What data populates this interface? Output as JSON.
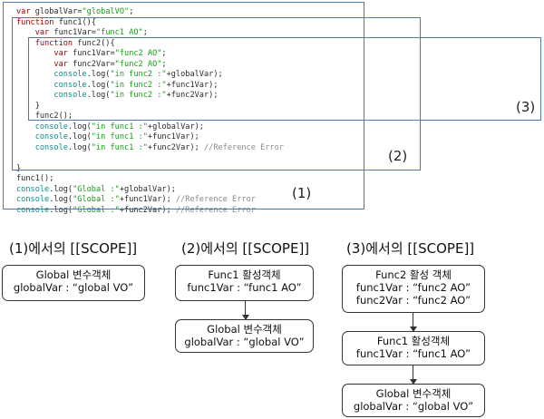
{
  "code": {
    "lines": [
      [
        {
          "t": "var ",
          "c": "kw"
        },
        {
          "t": "globalVar=",
          "c": ""
        },
        {
          "t": "\"globalVO\"",
          "c": "str"
        },
        {
          "t": ";",
          "c": ""
        }
      ],
      [
        {
          "t": "function ",
          "c": "kw"
        },
        {
          "t": "func1(){",
          "c": ""
        }
      ],
      [
        {
          "t": "    var ",
          "c": "kw"
        },
        {
          "t": "func1Var=",
          "c": ""
        },
        {
          "t": "\"func1 AO\"",
          "c": "str"
        },
        {
          "t": ";",
          "c": ""
        }
      ],
      [
        {
          "t": "    function ",
          "c": "kw"
        },
        {
          "t": "func2(){",
          "c": ""
        }
      ],
      [
        {
          "t": "        var ",
          "c": "kw"
        },
        {
          "t": "func1Var=",
          "c": ""
        },
        {
          "t": "\"func2 AO\"",
          "c": "str"
        },
        {
          "t": ";",
          "c": ""
        }
      ],
      [
        {
          "t": "        var ",
          "c": "kw"
        },
        {
          "t": "func2Var=",
          "c": ""
        },
        {
          "t": "\"func2 AO\"",
          "c": "str"
        },
        {
          "t": ";",
          "c": ""
        }
      ],
      [
        {
          "t": "        console",
          "c": "con"
        },
        {
          "t": ".log(",
          "c": ""
        },
        {
          "t": "\"in func2 :\"",
          "c": "str"
        },
        {
          "t": "+globalVar);",
          "c": ""
        }
      ],
      [
        {
          "t": "        console",
          "c": "con"
        },
        {
          "t": ".log(",
          "c": ""
        },
        {
          "t": "\"in func2 :\"",
          "c": "str"
        },
        {
          "t": "+func1Var);",
          "c": ""
        }
      ],
      [
        {
          "t": "        console",
          "c": "con"
        },
        {
          "t": ".log(",
          "c": ""
        },
        {
          "t": "\"in func2 :\"",
          "c": "str"
        },
        {
          "t": "+func2Var);",
          "c": ""
        }
      ],
      [
        {
          "t": "    }",
          "c": ""
        }
      ],
      [
        {
          "t": "    func2();",
          "c": ""
        }
      ],
      [
        {
          "t": "    console",
          "c": "con"
        },
        {
          "t": ".log(",
          "c": ""
        },
        {
          "t": "\"in func1 :\"",
          "c": "str"
        },
        {
          "t": "+globalVar);",
          "c": ""
        }
      ],
      [
        {
          "t": "    console",
          "c": "con"
        },
        {
          "t": ".log(",
          "c": ""
        },
        {
          "t": "\"in func1 :\"",
          "c": "str"
        },
        {
          "t": "+func1Var);",
          "c": ""
        }
      ],
      [
        {
          "t": "    console",
          "c": "con"
        },
        {
          "t": ".log(",
          "c": ""
        },
        {
          "t": "\"in func1 :\"",
          "c": "str"
        },
        {
          "t": "+func2Var); ",
          "c": ""
        },
        {
          "t": "//Reference Error",
          "c": "cm"
        }
      ],
      [
        {
          "t": "",
          "c": ""
        }
      ],
      [
        {
          "t": "}",
          "c": ""
        }
      ],
      [
        {
          "t": "func1();",
          "c": ""
        }
      ],
      [
        {
          "t": "console",
          "c": "con"
        },
        {
          "t": ".log(",
          "c": ""
        },
        {
          "t": "\"Global :\"",
          "c": "str"
        },
        {
          "t": "+globalVar);",
          "c": ""
        }
      ],
      [
        {
          "t": "console",
          "c": "con"
        },
        {
          "t": ".log(",
          "c": ""
        },
        {
          "t": "\"Global :\"",
          "c": "str"
        },
        {
          "t": "+func1Var); ",
          "c": ""
        },
        {
          "t": "//Reference Error",
          "c": "cm"
        }
      ],
      [
        {
          "t": "console",
          "c": "con"
        },
        {
          "t": ".log(",
          "c": ""
        },
        {
          "t": "\"Global :\"",
          "c": "str"
        },
        {
          "t": "+func2Var); ",
          "c": ""
        },
        {
          "t": "//Reference Error",
          "c": "cm"
        }
      ]
    ]
  },
  "frames": {
    "label_1": "(1)",
    "label_2": "(2)",
    "label_3": "(3)"
  },
  "scope1": {
    "title": "(1)에서의 [[SCOPE]]",
    "box1_line1": "Global 변수객체",
    "box1_line2": "globalVar : “global VO”"
  },
  "scope2": {
    "title": "(2)에서의 [[SCOPE]]",
    "box1_line1": "Func1 활성객체",
    "box1_line2": "func1Var : “func1 AO”",
    "box2_line1": "Global 변수객체",
    "box2_line2": "globalVar : “global VO”"
  },
  "scope3": {
    "title": "(3)에서의 [[SCOPE]]",
    "box1_line1": "Func2 활성 객체",
    "box1_line2": "func1Var : “func2 AO”",
    "box1_line3": "func2Var : “func2 AO”",
    "box2_line1": "Func1 활성객체",
    "box2_line2": "func1Var : “func1 AO”",
    "box3_line1": "Global 변수객체",
    "box3_line2": "globalVar : “global VO”"
  }
}
